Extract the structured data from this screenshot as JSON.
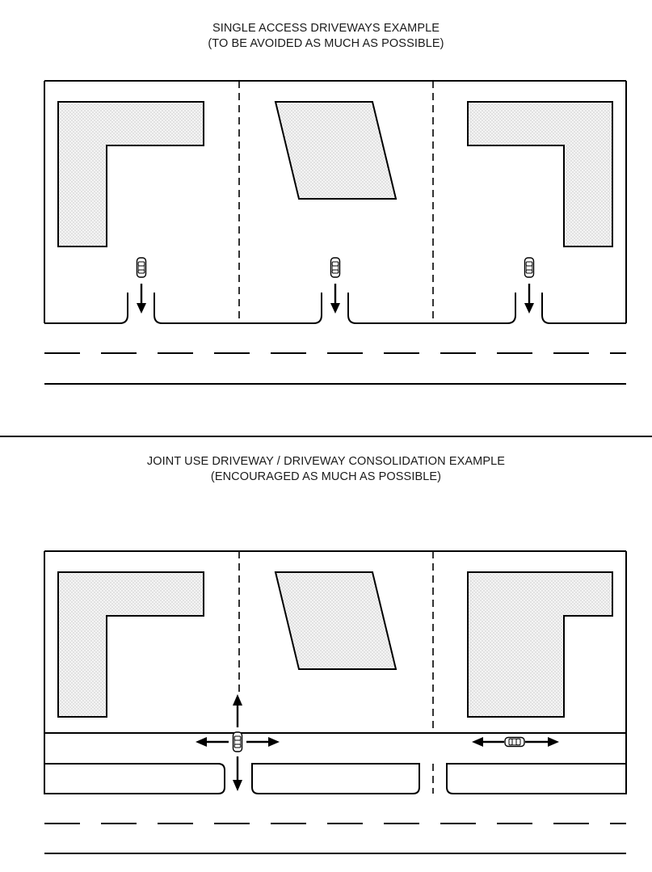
{
  "top_section": {
    "title": "SINGLE ACCESS DRIVEWAYS EXAMPLE",
    "subtitle": "(TO BE AVOIDED AS MUCH AS POSSIBLE)"
  },
  "bottom_section": {
    "title": "JOINT USE DRIVEWAY / DRIVEWAY CONSOLIDATION EXAMPLE",
    "subtitle": "(ENCOURAGED AS MUCH AS POSSIBLE)"
  },
  "colors": {
    "line": "#000000",
    "building_fill": "#f2f2f2",
    "building_dots": "#9a9a9a",
    "background": "#ffffff"
  },
  "icons": [
    "car-icon",
    "arrow-icon",
    "building-shape"
  ]
}
